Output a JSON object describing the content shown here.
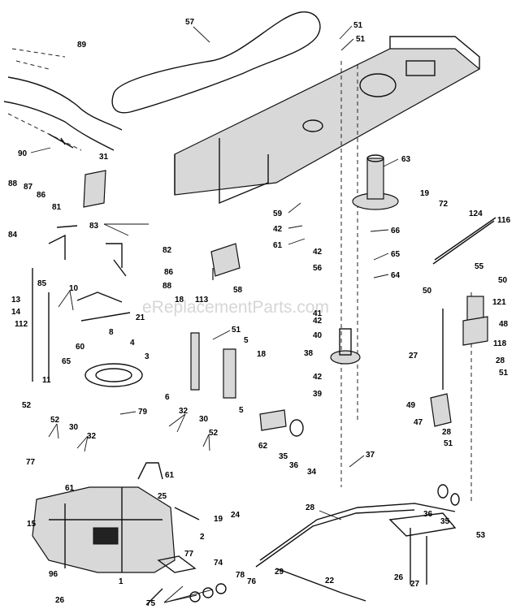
{
  "watermark": "eReplacementParts.com",
  "callouts": [
    {
      "id": "c57",
      "label": "57"
    },
    {
      "id": "c89",
      "label": "89"
    },
    {
      "id": "c90",
      "label": "90"
    },
    {
      "id": "c51a",
      "label": "51"
    },
    {
      "id": "c51b",
      "label": "51"
    },
    {
      "id": "c31",
      "label": "31"
    },
    {
      "id": "c63",
      "label": "63"
    },
    {
      "id": "c19a",
      "label": "19"
    },
    {
      "id": "c72",
      "label": "72"
    },
    {
      "id": "c88",
      "label": "88"
    },
    {
      "id": "c87",
      "label": "87"
    },
    {
      "id": "c86a",
      "label": "86"
    },
    {
      "id": "c81",
      "label": "81"
    },
    {
      "id": "c59",
      "label": "59"
    },
    {
      "id": "c42a",
      "label": "42"
    },
    {
      "id": "c61a",
      "label": "61"
    },
    {
      "id": "c124",
      "label": "124"
    },
    {
      "id": "c116",
      "label": "116"
    },
    {
      "id": "c83",
      "label": "83"
    },
    {
      "id": "c82",
      "label": "82"
    },
    {
      "id": "c84",
      "label": "84"
    },
    {
      "id": "c66",
      "label": "66"
    },
    {
      "id": "c42b",
      "label": "42"
    },
    {
      "id": "c56",
      "label": "56"
    },
    {
      "id": "c65",
      "label": "65"
    },
    {
      "id": "c64",
      "label": "64"
    },
    {
      "id": "c55",
      "label": "55"
    },
    {
      "id": "c58",
      "label": "58"
    },
    {
      "id": "c86b",
      "label": "86"
    },
    {
      "id": "c85",
      "label": "85"
    },
    {
      "id": "c10",
      "label": "10"
    },
    {
      "id": "c88b",
      "label": "88"
    },
    {
      "id": "c50a",
      "label": "50"
    },
    {
      "id": "c50b",
      "label": "50"
    },
    {
      "id": "c13",
      "label": "13"
    },
    {
      "id": "c21",
      "label": "21"
    },
    {
      "id": "c18a",
      "label": "18"
    },
    {
      "id": "c113",
      "label": "113"
    },
    {
      "id": "c41",
      "label": "41"
    },
    {
      "id": "c121",
      "label": "121"
    },
    {
      "id": "c14",
      "label": "14"
    },
    {
      "id": "c112",
      "label": "112"
    },
    {
      "id": "c8",
      "label": "8"
    },
    {
      "id": "c42c",
      "label": "42"
    },
    {
      "id": "c48",
      "label": "48"
    },
    {
      "id": "c60",
      "label": "60"
    },
    {
      "id": "c51c",
      "label": "51"
    },
    {
      "id": "c40",
      "label": "40"
    },
    {
      "id": "c5a",
      "label": "5"
    },
    {
      "id": "c4",
      "label": "4"
    },
    {
      "id": "c118",
      "label": "118"
    },
    {
      "id": "c65b",
      "label": "65"
    },
    {
      "id": "c27a",
      "label": "27"
    },
    {
      "id": "c3",
      "label": "3"
    },
    {
      "id": "c18b",
      "label": "18"
    },
    {
      "id": "c38",
      "label": "38"
    },
    {
      "id": "c28a",
      "label": "28"
    },
    {
      "id": "c11",
      "label": "11"
    },
    {
      "id": "c51d",
      "label": "51"
    },
    {
      "id": "c42d",
      "label": "42"
    },
    {
      "id": "c6",
      "label": "6"
    },
    {
      "id": "c39",
      "label": "39"
    },
    {
      "id": "c52a",
      "label": "52"
    },
    {
      "id": "c49",
      "label": "49"
    },
    {
      "id": "c79",
      "label": "79"
    },
    {
      "id": "c5b",
      "label": "5"
    },
    {
      "id": "c47",
      "label": "47"
    },
    {
      "id": "c52b",
      "label": "52"
    },
    {
      "id": "c30a",
      "label": "30"
    },
    {
      "id": "c32a",
      "label": "32"
    },
    {
      "id": "c30b",
      "label": "30"
    },
    {
      "id": "c28b",
      "label": "28"
    },
    {
      "id": "c51e",
      "label": "51"
    },
    {
      "id": "c32b",
      "label": "32"
    },
    {
      "id": "c52c",
      "label": "52"
    },
    {
      "id": "c62",
      "label": "62"
    },
    {
      "id": "c35a",
      "label": "35"
    },
    {
      "id": "c36a",
      "label": "36"
    },
    {
      "id": "c34",
      "label": "34"
    },
    {
      "id": "c37",
      "label": "37"
    },
    {
      "id": "c77a",
      "label": "77"
    },
    {
      "id": "c61b",
      "label": "61"
    },
    {
      "id": "c61c",
      "label": "61"
    },
    {
      "id": "c25",
      "label": "25"
    },
    {
      "id": "c19b",
      "label": "19"
    },
    {
      "id": "c24",
      "label": "24"
    },
    {
      "id": "c28c",
      "label": "28"
    },
    {
      "id": "c36b",
      "label": "36"
    },
    {
      "id": "c35b",
      "label": "35"
    },
    {
      "id": "c15",
      "label": "15"
    },
    {
      "id": "c2",
      "label": "2"
    },
    {
      "id": "c53",
      "label": "53"
    },
    {
      "id": "c77b",
      "label": "77"
    },
    {
      "id": "c74",
      "label": "74"
    },
    {
      "id": "c29",
      "label": "29"
    },
    {
      "id": "c1",
      "label": "1"
    },
    {
      "id": "c78",
      "label": "78"
    },
    {
      "id": "c76",
      "label": "76"
    },
    {
      "id": "c22",
      "label": "22"
    },
    {
      "id": "c26a",
      "label": "26"
    },
    {
      "id": "c27b",
      "label": "27"
    },
    {
      "id": "c96",
      "label": "96"
    },
    {
      "id": "c75",
      "label": "75"
    },
    {
      "id": "c26b",
      "label": "26"
    }
  ]
}
